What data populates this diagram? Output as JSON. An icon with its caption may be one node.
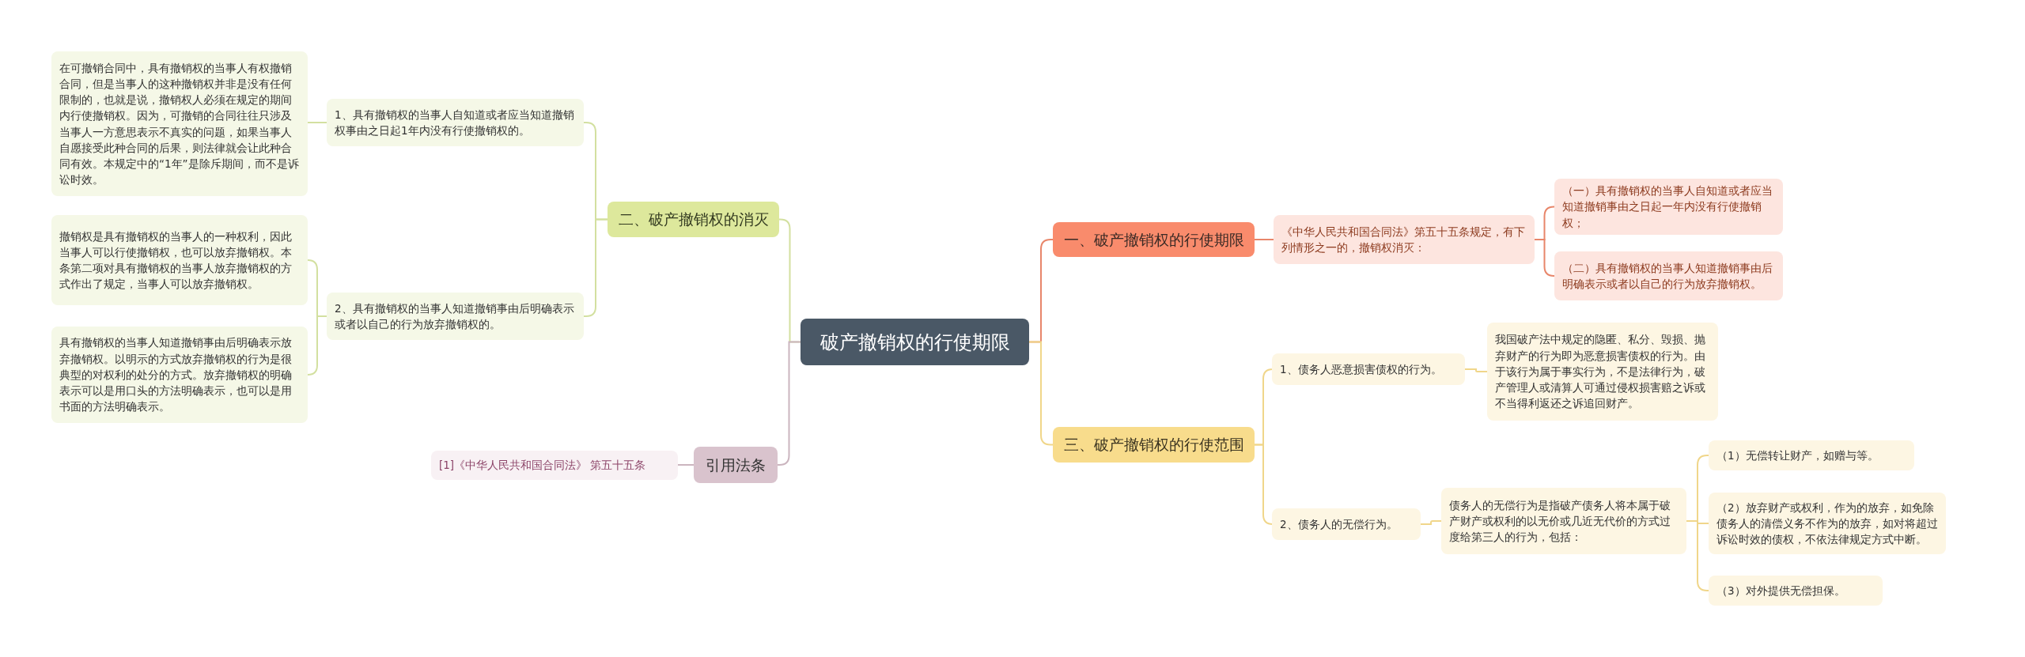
{
  "diagram": {
    "nodes": [
      {
        "text": [
          "破产撤销权的行使期限"
        ]
      },
      {
        "text": [
          "一、破产撤销权的行使期限"
        ]
      },
      {
        "text": [
          "《中华人民共和国合同法》第五十五条规定，有下列情形之一的，撤销权消灭："
        ]
      },
      {
        "text": [
          "（一）具有撤销权的当事人自知道或者应当知道撤销事由之日起一年内没有行使撤销权；"
        ]
      },
      {
        "text": [
          "（二）具有撤销权的当事人知道撤销事由后明确表示或者以自己的行为放弃撤销权。"
        ]
      },
      {
        "text": [
          "三、破产撤销权的行使范围"
        ]
      },
      {
        "text": [
          "1、债务人恶意损害债权的行为。"
        ]
      },
      {
        "text": [
          "我国破产法中规定的隐匿、私分、毁损、抛弃财产的行为即为恶意损害债权的行为。由于该行为属于事实行为，不是法律行为，破产管理人或清算人可通过侵权损害赔之诉或不当得利返还之诉追回财产。"
        ]
      },
      {
        "text": [
          "2、债务人的无偿行为。"
        ]
      },
      {
        "text": [
          "债务人的无偿行为是指破产债务人将本属于破产财产或权利的以无价或几近无代价的方式过度给第三人的行为，包括："
        ]
      },
      {
        "text": [
          "（1）无偿转让财产，如赠与等。"
        ]
      },
      {
        "text": [
          "（2）放弃财产或权利，作为的放弃，如免除债务人的清偿义务不作为的放弃，如对将超过诉讼时效的债权，不依法律规定方式中断。"
        ]
      },
      {
        "text": [
          "（3）对外提供无偿担保。"
        ]
      },
      {
        "text": [
          "二、破产撤销权的消灭"
        ]
      },
      {
        "text": [
          "1、具有撤销权的当事人自知道或者应当知道撤销权事由之日起1年内没有行使撤销权的。"
        ]
      },
      {
        "text": [
          "在可撤销合同中，具有撤销权的当事人有权撤销合同，但是当事人的这种撤销权并非是没有任何限制的，也就是说，撤销权人必须在规定的期间内行使撤销权。因为，可撤销的合同往往只涉及当事人一方意思表示不真实的问题，如果当事人自愿接受此种合同的后果，则法律就会让此种合同有效。本规定中的“1年”是除斥期间，而不是诉讼时效。"
        ]
      },
      {
        "text": [
          "2、具有撤销权的当事人知道撤销事由后明确表示或者以自己的行为放弃撤销权的。"
        ]
      },
      {
        "text": [
          "撤销权是具有撤销权的当事人的一种权利，因此当事人可以行使撤销权，也可以放弃撤销权。本条第二项对具有撤销权的当事人放弃撤销权的方式作出了规定，当事人可以放弃撤销权。"
        ]
      },
      {
        "text": [
          "具有撤销权的当事人知道撤销事由后明确表示放弃撤销权。以明示的方式放弃撤销权的行为是很典型的对权利的处分的方式。放弃撤销权的明确表示可以是用口头的方法明确表示，也可以是用书面的方法明确表示。"
        ]
      },
      {
        "text": [
          "引用法条"
        ]
      },
      {
        "text": [
          "[1]《中华人民共和国合同法》 第五十五条"
        ]
      }
    ],
    "edges": [
      {
        "from": 0,
        "to": 1,
        "arrow": "none",
        "color": "#e8866a"
      },
      {
        "from": 1,
        "to": 2,
        "arrow": "none",
        "color": "#e8866a"
      },
      {
        "from": 2,
        "to": 3,
        "arrow": "none",
        "color": "#e8866a"
      },
      {
        "from": 2,
        "to": 4,
        "arrow": "none",
        "color": "#e8866a"
      },
      {
        "from": 0,
        "to": 5,
        "arrow": "none",
        "color": "#f0d68a"
      },
      {
        "from": 5,
        "to": 6,
        "arrow": "none",
        "color": "#f0d68a"
      },
      {
        "from": 6,
        "to": 7,
        "arrow": "none",
        "color": "#f0d68a"
      },
      {
        "from": 5,
        "to": 8,
        "arrow": "none",
        "color": "#f0d68a"
      },
      {
        "from": 8,
        "to": 9,
        "arrow": "none",
        "color": "#f0d68a"
      },
      {
        "from": 9,
        "to": 10,
        "arrow": "none",
        "color": "#f0d68a"
      },
      {
        "from": 9,
        "to": 11,
        "arrow": "none",
        "color": "#f0d68a"
      },
      {
        "from": 9,
        "to": 12,
        "arrow": "none",
        "color": "#f0d68a"
      },
      {
        "from": 0,
        "to": 13,
        "arrow": "none",
        "color": "#d3e0a0"
      },
      {
        "from": 13,
        "to": 14,
        "arrow": "none",
        "color": "#d3e0a0"
      },
      {
        "from": 14,
        "to": 15,
        "arrow": "none",
        "color": "#d3e0a0"
      },
      {
        "from": 13,
        "to": 16,
        "arrow": "none",
        "color": "#d3e0a0"
      },
      {
        "from": 16,
        "to": 17,
        "arrow": "none",
        "color": "#d3e0a0"
      },
      {
        "from": 16,
        "to": 18,
        "arrow": "none",
        "color": "#d3e0a0"
      },
      {
        "from": 0,
        "to": 19,
        "arrow": "none",
        "color": "#cbb5bf"
      },
      {
        "from": 19,
        "to": 20,
        "arrow": "none",
        "color": "#cbb5bf"
      }
    ]
  }
}
